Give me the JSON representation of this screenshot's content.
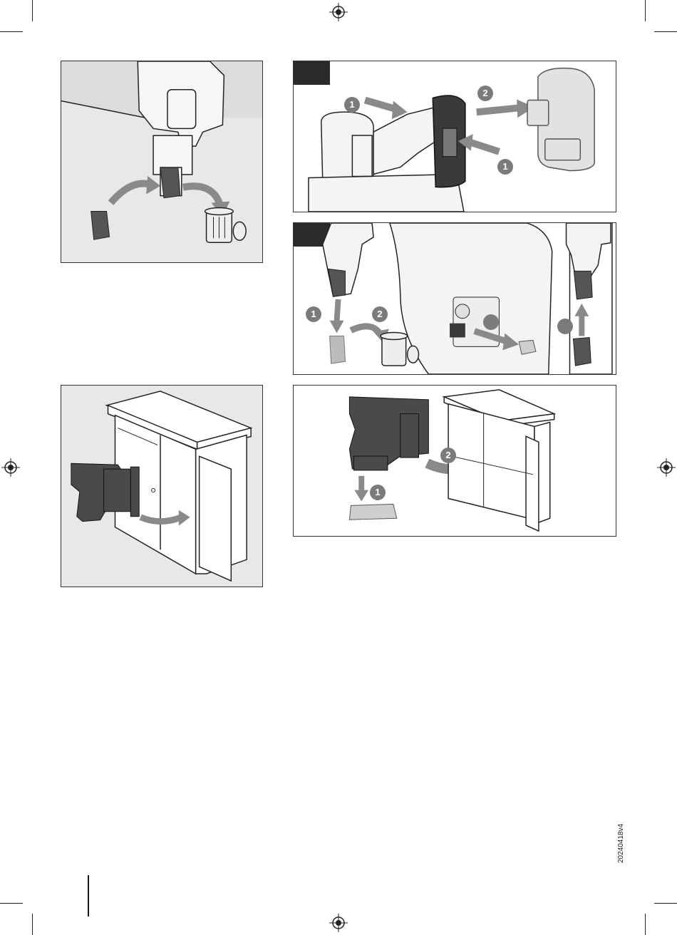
{
  "page": {
    "version_code": "20240418v4"
  },
  "panels": {
    "top_right": {
      "badges": [
        "1",
        "2",
        "1"
      ]
    },
    "middle_right": {
      "badges": [
        "1",
        "2",
        "",
        ""
      ]
    },
    "bottom_right": {
      "badges": [
        "2",
        "1"
      ]
    }
  },
  "colors": {
    "panel_gray": "#e8e8e8",
    "arrow_gray": "#8a8a8a",
    "badge_gray": "#7b7b7b",
    "tab_black": "#2b2b2b"
  }
}
